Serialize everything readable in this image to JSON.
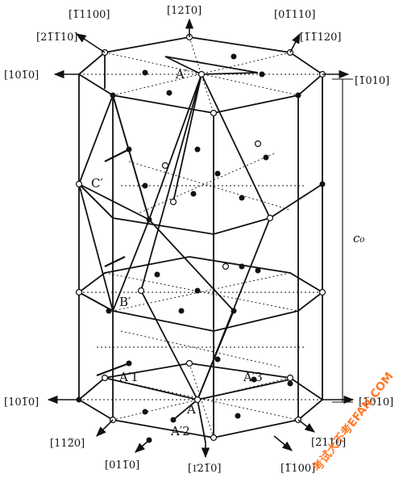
{
  "directions": {
    "d_m1100_top": "[1̅1100]",
    "d_12m10_top": "[121̅0]",
    "d_0m110_top": "[01̅110]",
    "d_2m1m10_top": "[21̅1̅10]",
    "d_m1m120_top": "[1̅1̅120]",
    "d_10m10_top": "[101̅0]",
    "d_m1010_top": "[1̅010]",
    "d_10m10_bot": "[101̅0]",
    "d_m1010_bot": "[1̅010]",
    "d_11m20_bot": "[112̅0]",
    "d_01m10_bot": "[011̅0]",
    "d_m12m10_bot": "[1͑21̅0]",
    "d_m2110_bot": "[2̅110]",
    "d_m1100_bot": "[1̅100]"
  },
  "points": {
    "A_top": "A′",
    "C_prime": "C′",
    "B_prime": "B′",
    "A1": "A′1",
    "A3": "A′3",
    "A": "A",
    "A2": "A′2"
  },
  "axis": {
    "c0": "c₀"
  },
  "watermark": {
    "text": "考试大不考EFAN.COM",
    "color": "#ff7a2a"
  }
}
